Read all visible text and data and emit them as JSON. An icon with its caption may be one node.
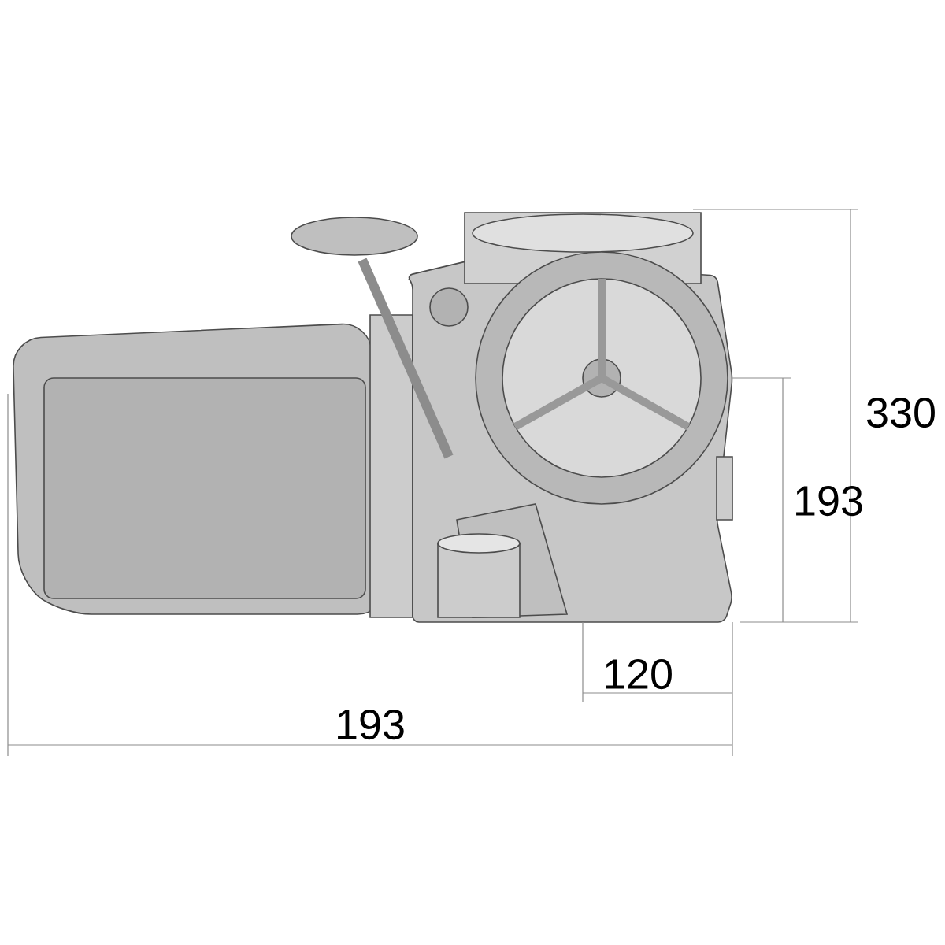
{
  "diagram": {
    "labels": [
      "330",
      "193",
      "120",
      "193"
    ]
  }
}
